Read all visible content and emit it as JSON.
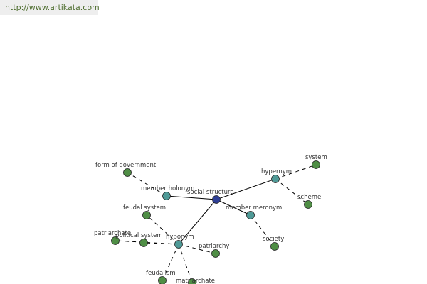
{
  "header": {
    "url": "http://www.artikata.com"
  },
  "colors": {
    "center_node": "#2e3f96",
    "relation_node": "#4f9a97",
    "leaf_node": "#4f8e45",
    "url_text": "#4b6b2b",
    "url_background": "#eeeeee"
  },
  "graph": {
    "nodes": [
      {
        "id": "social-structure",
        "label": "social structure",
        "kind": "center"
      },
      {
        "id": "member-holonym",
        "label": "member holonym",
        "kind": "relation"
      },
      {
        "id": "hypernym",
        "label": "hypernym",
        "kind": "relation"
      },
      {
        "id": "member-meronym",
        "label": "member meronym",
        "kind": "relation"
      },
      {
        "id": "hyponym",
        "label": "hyponym",
        "kind": "relation"
      },
      {
        "id": "form-of-government",
        "label": "form of government",
        "kind": "leaf"
      },
      {
        "id": "system",
        "label": "system",
        "kind": "leaf"
      },
      {
        "id": "scheme",
        "label": "scheme",
        "kind": "leaf"
      },
      {
        "id": "society",
        "label": "society",
        "kind": "leaf"
      },
      {
        "id": "feudal-system",
        "label": "feudal system",
        "kind": "leaf"
      },
      {
        "id": "patriarchate",
        "label": "patriarchate",
        "kind": "leaf"
      },
      {
        "id": "political-system",
        "label": "political system",
        "kind": "leaf"
      },
      {
        "id": "patriarchy",
        "label": "patriarchy",
        "kind": "leaf"
      },
      {
        "id": "feudalism",
        "label": "feudalism",
        "kind": "leaf"
      },
      {
        "id": "matriarchate",
        "label": "matriarchate",
        "kind": "leaf"
      }
    ],
    "edges": [
      {
        "from": "social-structure",
        "to": "member-holonym",
        "style": "solid"
      },
      {
        "from": "social-structure",
        "to": "hypernym",
        "style": "solid"
      },
      {
        "from": "social-structure",
        "to": "member-meronym",
        "style": "solid"
      },
      {
        "from": "social-structure",
        "to": "hyponym",
        "style": "solid"
      },
      {
        "from": "member-holonym",
        "to": "form-of-government",
        "style": "dashed"
      },
      {
        "from": "hypernym",
        "to": "system",
        "style": "dashed"
      },
      {
        "from": "hypernym",
        "to": "scheme",
        "style": "dashed"
      },
      {
        "from": "member-meronym",
        "to": "society",
        "style": "dashed"
      },
      {
        "from": "hyponym",
        "to": "feudal-system",
        "style": "dashed"
      },
      {
        "from": "hyponym",
        "to": "patriarchate",
        "style": "dashed"
      },
      {
        "from": "hyponym",
        "to": "political-system",
        "style": "dashed"
      },
      {
        "from": "hyponym",
        "to": "patriarchy",
        "style": "dashed"
      },
      {
        "from": "hyponym",
        "to": "feudalism",
        "style": "dashed"
      },
      {
        "from": "hyponym",
        "to": "matriarchate",
        "style": "dashed"
      }
    ]
  }
}
